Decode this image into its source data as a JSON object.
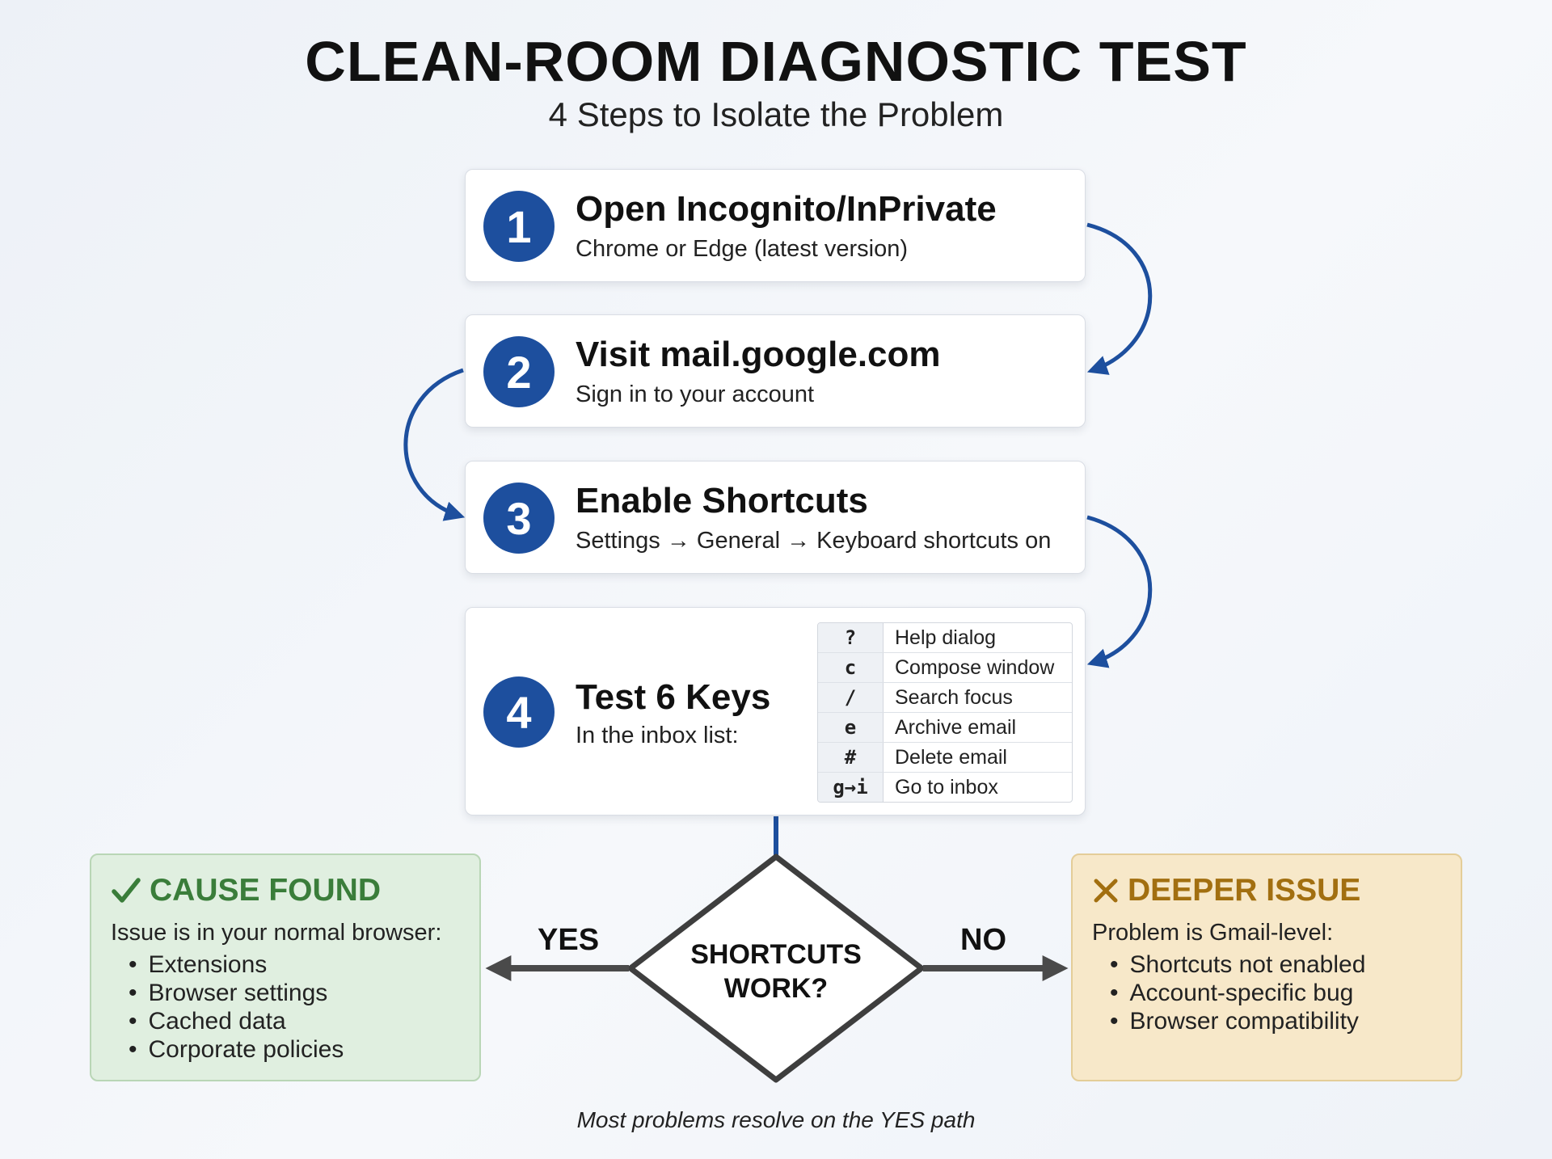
{
  "title": "CLEAN-ROOM DIAGNOSTIC TEST",
  "subtitle": "4 Steps to Isolate the Problem",
  "steps": [
    {
      "number": "1",
      "title": "Open Incognito/InPrivate",
      "subtitle": "Chrome or Edge (latest version)"
    },
    {
      "number": "2",
      "title": "Visit mail.google.com",
      "subtitle": "Sign in to your account"
    },
    {
      "number": "3",
      "title": "Enable Shortcuts",
      "subtitle": "Settings → General → Keyboard shortcuts on"
    },
    {
      "number": "4",
      "title": "Test 6 Keys",
      "subtitle": "In the inbox list:"
    }
  ],
  "keys": [
    {
      "key": "?",
      "desc": "Help dialog"
    },
    {
      "key": "c",
      "desc": "Compose window"
    },
    {
      "key": "/",
      "desc": "Search focus"
    },
    {
      "key": "e",
      "desc": "Archive email"
    },
    {
      "key": "#",
      "desc": "Delete email"
    },
    {
      "key": "g→i",
      "desc": "Go to inbox"
    }
  ],
  "decision": {
    "line1": "SHORTCUTS",
    "line2": "WORK?",
    "yes": "YES",
    "no": "NO"
  },
  "cause": {
    "title": "CAUSE FOUND",
    "subtitle": "Issue is in your normal browser:",
    "items": [
      "Extensions",
      "Browser settings",
      "Cached data",
      "Corporate policies"
    ]
  },
  "deeper": {
    "title": "DEEPER ISSUE",
    "subtitle": "Problem is Gmail-level:",
    "items": [
      "Shortcuts not enabled",
      "Account-specific bug",
      "Browser compatibility"
    ]
  },
  "footnote": "Most problems resolve on the YES path",
  "colors": {
    "accent": "#1d4f9e",
    "yes": "#3a7d3a",
    "no": "#a26f10",
    "flow": "#4a4a4a"
  }
}
